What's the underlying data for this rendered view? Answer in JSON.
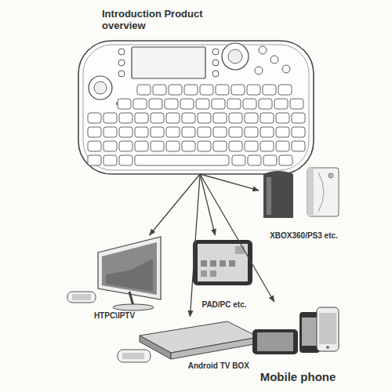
{
  "diagram": {
    "title": "Introduction Product overview",
    "nodes": [
      {
        "text": []
      },
      {
        "text": [
          "XBOX360/PS3 etc."
        ]
      },
      {
        "text": [
          "PAD/PC etc."
        ]
      },
      {
        "text": [
          "HTPC\\IPTV"
        ]
      },
      {
        "text": [
          "Android TV BOX"
        ]
      },
      {
        "text": [
          "Mobile phone"
        ]
      }
    ],
    "edges": [
      {
        "from": 0,
        "to": 1,
        "arrow": "to"
      },
      {
        "from": 0,
        "to": 2,
        "arrow": "to"
      },
      {
        "from": 0,
        "to": 3,
        "arrow": "to"
      },
      {
        "from": 0,
        "to": 4,
        "arrow": "to"
      },
      {
        "from": 0,
        "to": 5,
        "arrow": "to"
      }
    ]
  }
}
